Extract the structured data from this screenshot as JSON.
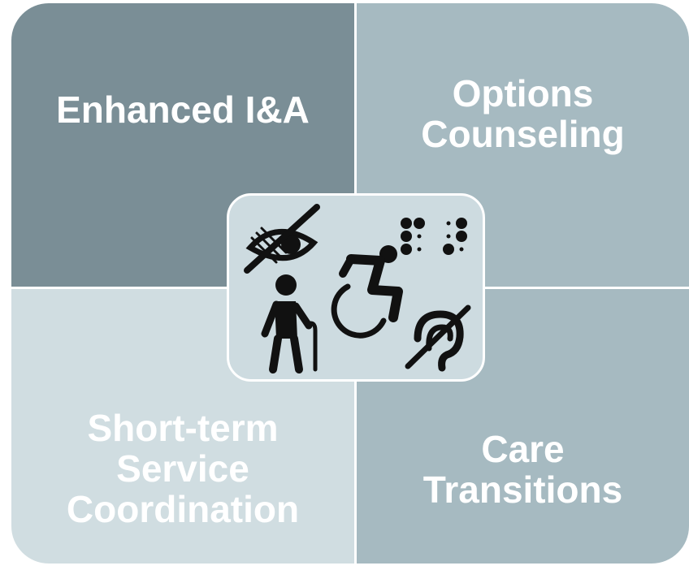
{
  "quadrants": {
    "top_left": {
      "text": "Enhanced I&A",
      "color": "#7a8e96"
    },
    "top_right": {
      "text": "Options\nCounseling",
      "color": "#a6bac1"
    },
    "bottom_left": {
      "text": "Short-term\nService\nCoordination",
      "color": "#d0dde1"
    },
    "bottom_right": {
      "text": "Care\nTransitions",
      "color": "#a6bac1"
    }
  },
  "center_panel": {
    "color": "#cddbe0",
    "icons": [
      "eye-slash-icon",
      "braille-icon",
      "wheelchair-icon",
      "elderly-cane-icon",
      "hearing-loss-icon"
    ]
  }
}
